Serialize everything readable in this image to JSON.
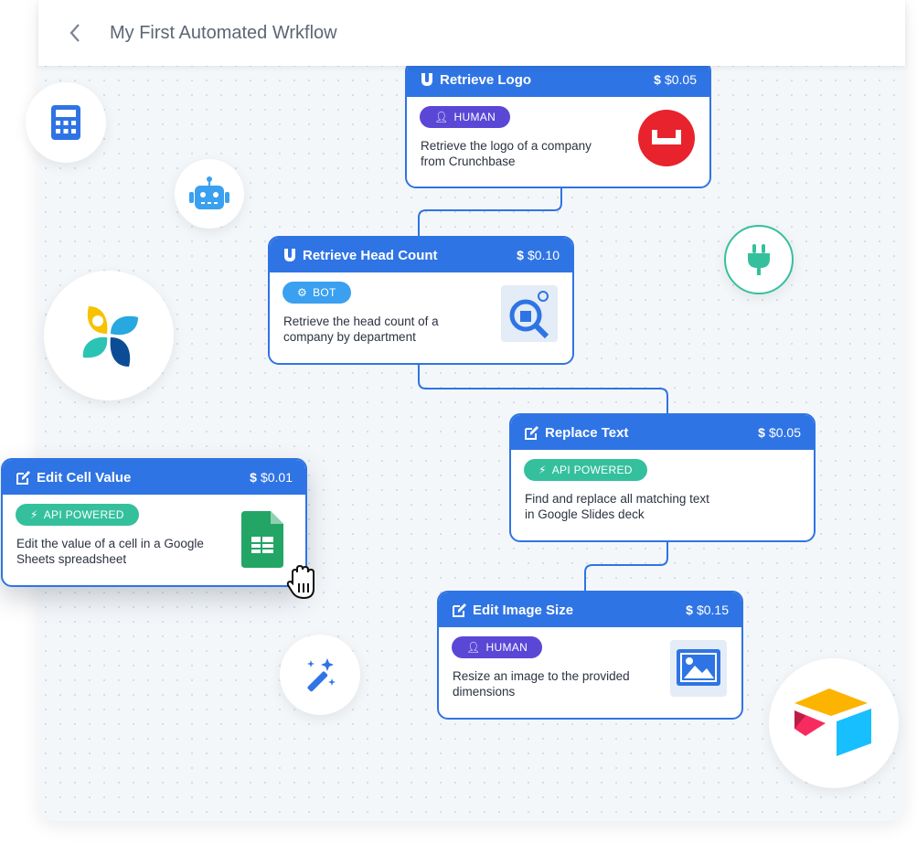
{
  "header": {
    "title": "My First Automated Wrkflow"
  },
  "cards": [
    {
      "title": "Retrieve Logo",
      "price": "$0.05",
      "badge": "HUMAN",
      "desc": "Retrieve the logo of a company from Crunchbase"
    },
    {
      "title": "Retrieve Head Count",
      "price": "$0.10",
      "badge": "BOT",
      "desc": "Retrieve the head count of a company by department"
    },
    {
      "title": "Replace Text",
      "price": "$0.05",
      "badge": "API POWERED",
      "desc": "Find and replace all matching text in Google Slides deck"
    },
    {
      "title": "Edit Cell Value",
      "price": "$0.01",
      "badge": "API POWERED",
      "desc": "Edit the value of a cell in a Google Sheets spreadsheet"
    },
    {
      "title": "Edit Image Size",
      "price": "$0.15",
      "badge": "HUMAN",
      "desc": "Resize an image to the provided dimensions"
    }
  ],
  "colors": {
    "blue": "#2f74e4",
    "human": "#5b47d6",
    "api": "#35c09d",
    "bot": "#3aa0ef"
  }
}
